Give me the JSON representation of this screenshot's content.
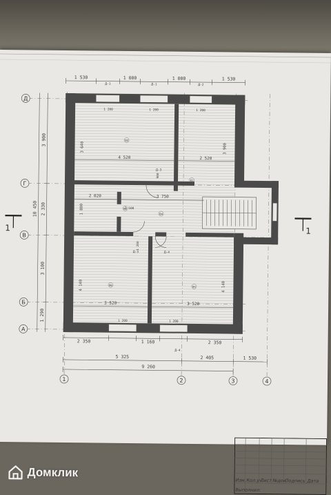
{
  "watermark": {
    "brand": "Домклик",
    "logo_icon": "domclick-house-icon"
  },
  "axes": {
    "rows": [
      "Д",
      "Г",
      "В",
      "Б",
      "А"
    ],
    "cols": [
      "1",
      "2",
      "3",
      "4"
    ]
  },
  "section_mark": "1",
  "dimensions": {
    "top_openings": [
      "1 530",
      "1 000",
      "1 000",
      "1 530"
    ],
    "top_window_marks": [
      "1 200",
      "1 200",
      "1 200"
    ],
    "left_chain": [
      "3 900",
      "2 330",
      "3 100",
      "1 290"
    ],
    "left_total": "10 450",
    "right_chain": [
      "3 900",
      "4 140"
    ],
    "inner_widths": [
      "4 520",
      "2 520",
      "2 020",
      "3 750",
      "3 520",
      "3 520"
    ],
    "inner_heights": [
      "3 640",
      "1 800",
      "4 140"
    ],
    "bottom_openings": [
      "2 350",
      "1 160",
      "2 350"
    ],
    "bottom_window_marks": [
      "1 200",
      "1 200"
    ],
    "bottom_chain": [
      "5 325",
      "2 405",
      "1 530"
    ],
    "bottom_total": "9 260",
    "corridor_small": [
      "2 500",
      "900",
      "1 200"
    ]
  },
  "rooms": [
    "03",
    "02",
    "01",
    "06",
    "05",
    "04"
  ],
  "door_marks": [
    "Д-1",
    "Д-1",
    "Д-2",
    "Д-3",
    "Д-3",
    "Д-4",
    "Д-4"
  ],
  "title_block": {
    "headers": [
      "Изм.",
      "Кол.уч.",
      "Лист",
      "№док.",
      "Подпись",
      "Дата"
    ],
    "bottom_label": "Выполнил:"
  }
}
